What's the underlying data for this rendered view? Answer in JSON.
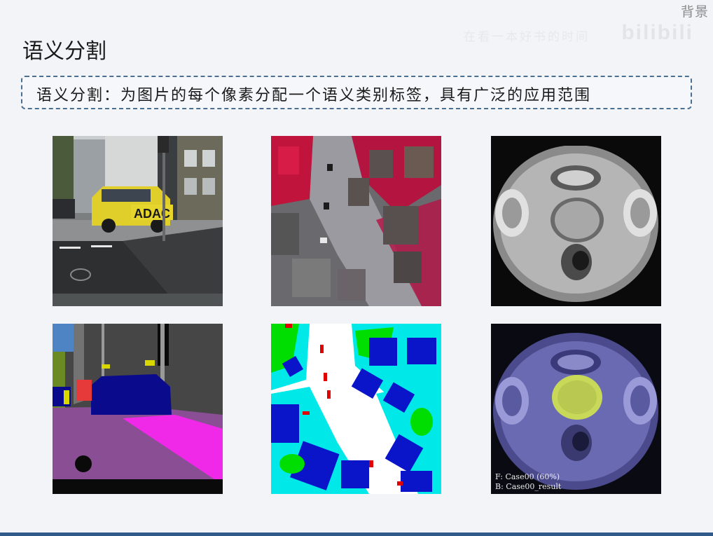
{
  "corner_label": "背景",
  "watermark_text": "在看一本好书的时间",
  "platform_logo": "bilibili",
  "slide": {
    "title": "语义分割",
    "summary": "语义分割：为图片的每个像素分配一个语义类别标签，具有广泛的应用范围"
  },
  "images": {
    "street_photo": {
      "car_text": "ADAC"
    },
    "mri_overlay": {
      "caption_line1": "F: Case00 (60%)",
      "caption_line2": "B: Case00_result"
    }
  },
  "colors": {
    "accent_border": "#4a6f93",
    "bottom_bar": "#2f5a8a",
    "label_road": "#8a4e94",
    "label_sidewalk": "#f029e8",
    "label_car": "#0a0a8c",
    "label_building": "#464646",
    "label_sky": "#4f84c4",
    "label_vegetation": "#6a8a24",
    "aerial_building": "#0a14c8",
    "aerial_lowveg": "#00e8e8",
    "aerial_tree": "#00dd00",
    "aerial_car": "#e8d800",
    "aerial_clutter": "#e00000",
    "prostate_overlay": "#c8d858"
  }
}
